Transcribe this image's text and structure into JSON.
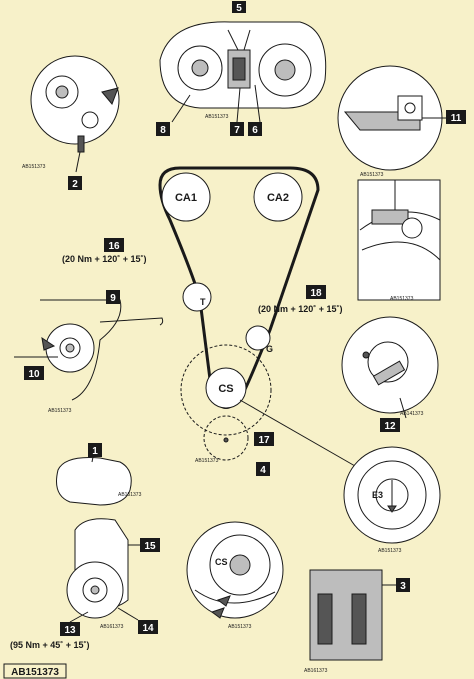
{
  "pulleys": {
    "ca1": "CA1",
    "ca2": "CA2",
    "cs": "CS",
    "tensioner": "T",
    "guide": "G"
  },
  "torque_specs": {
    "tensioner": "(20 Nm + 120˚ + 15˚)",
    "guide": "(20 Nm + 120˚ + 15˚)",
    "pulley_bolt": "(95 Nm + 45˚ + 15˚)"
  },
  "callouts": [
    "1",
    "2",
    "3",
    "4",
    "5",
    "6",
    "7",
    "8",
    "9",
    "10",
    "11",
    "12",
    "13",
    "14",
    "15",
    "16",
    "17",
    "18"
  ],
  "reference_codes": {
    "main": "AB151373",
    "secondary": "AB161373",
    "detail_12": "AB141373",
    "footer": "AB151373"
  },
  "detail_marks": {
    "sprocket_mark": "E3"
  }
}
